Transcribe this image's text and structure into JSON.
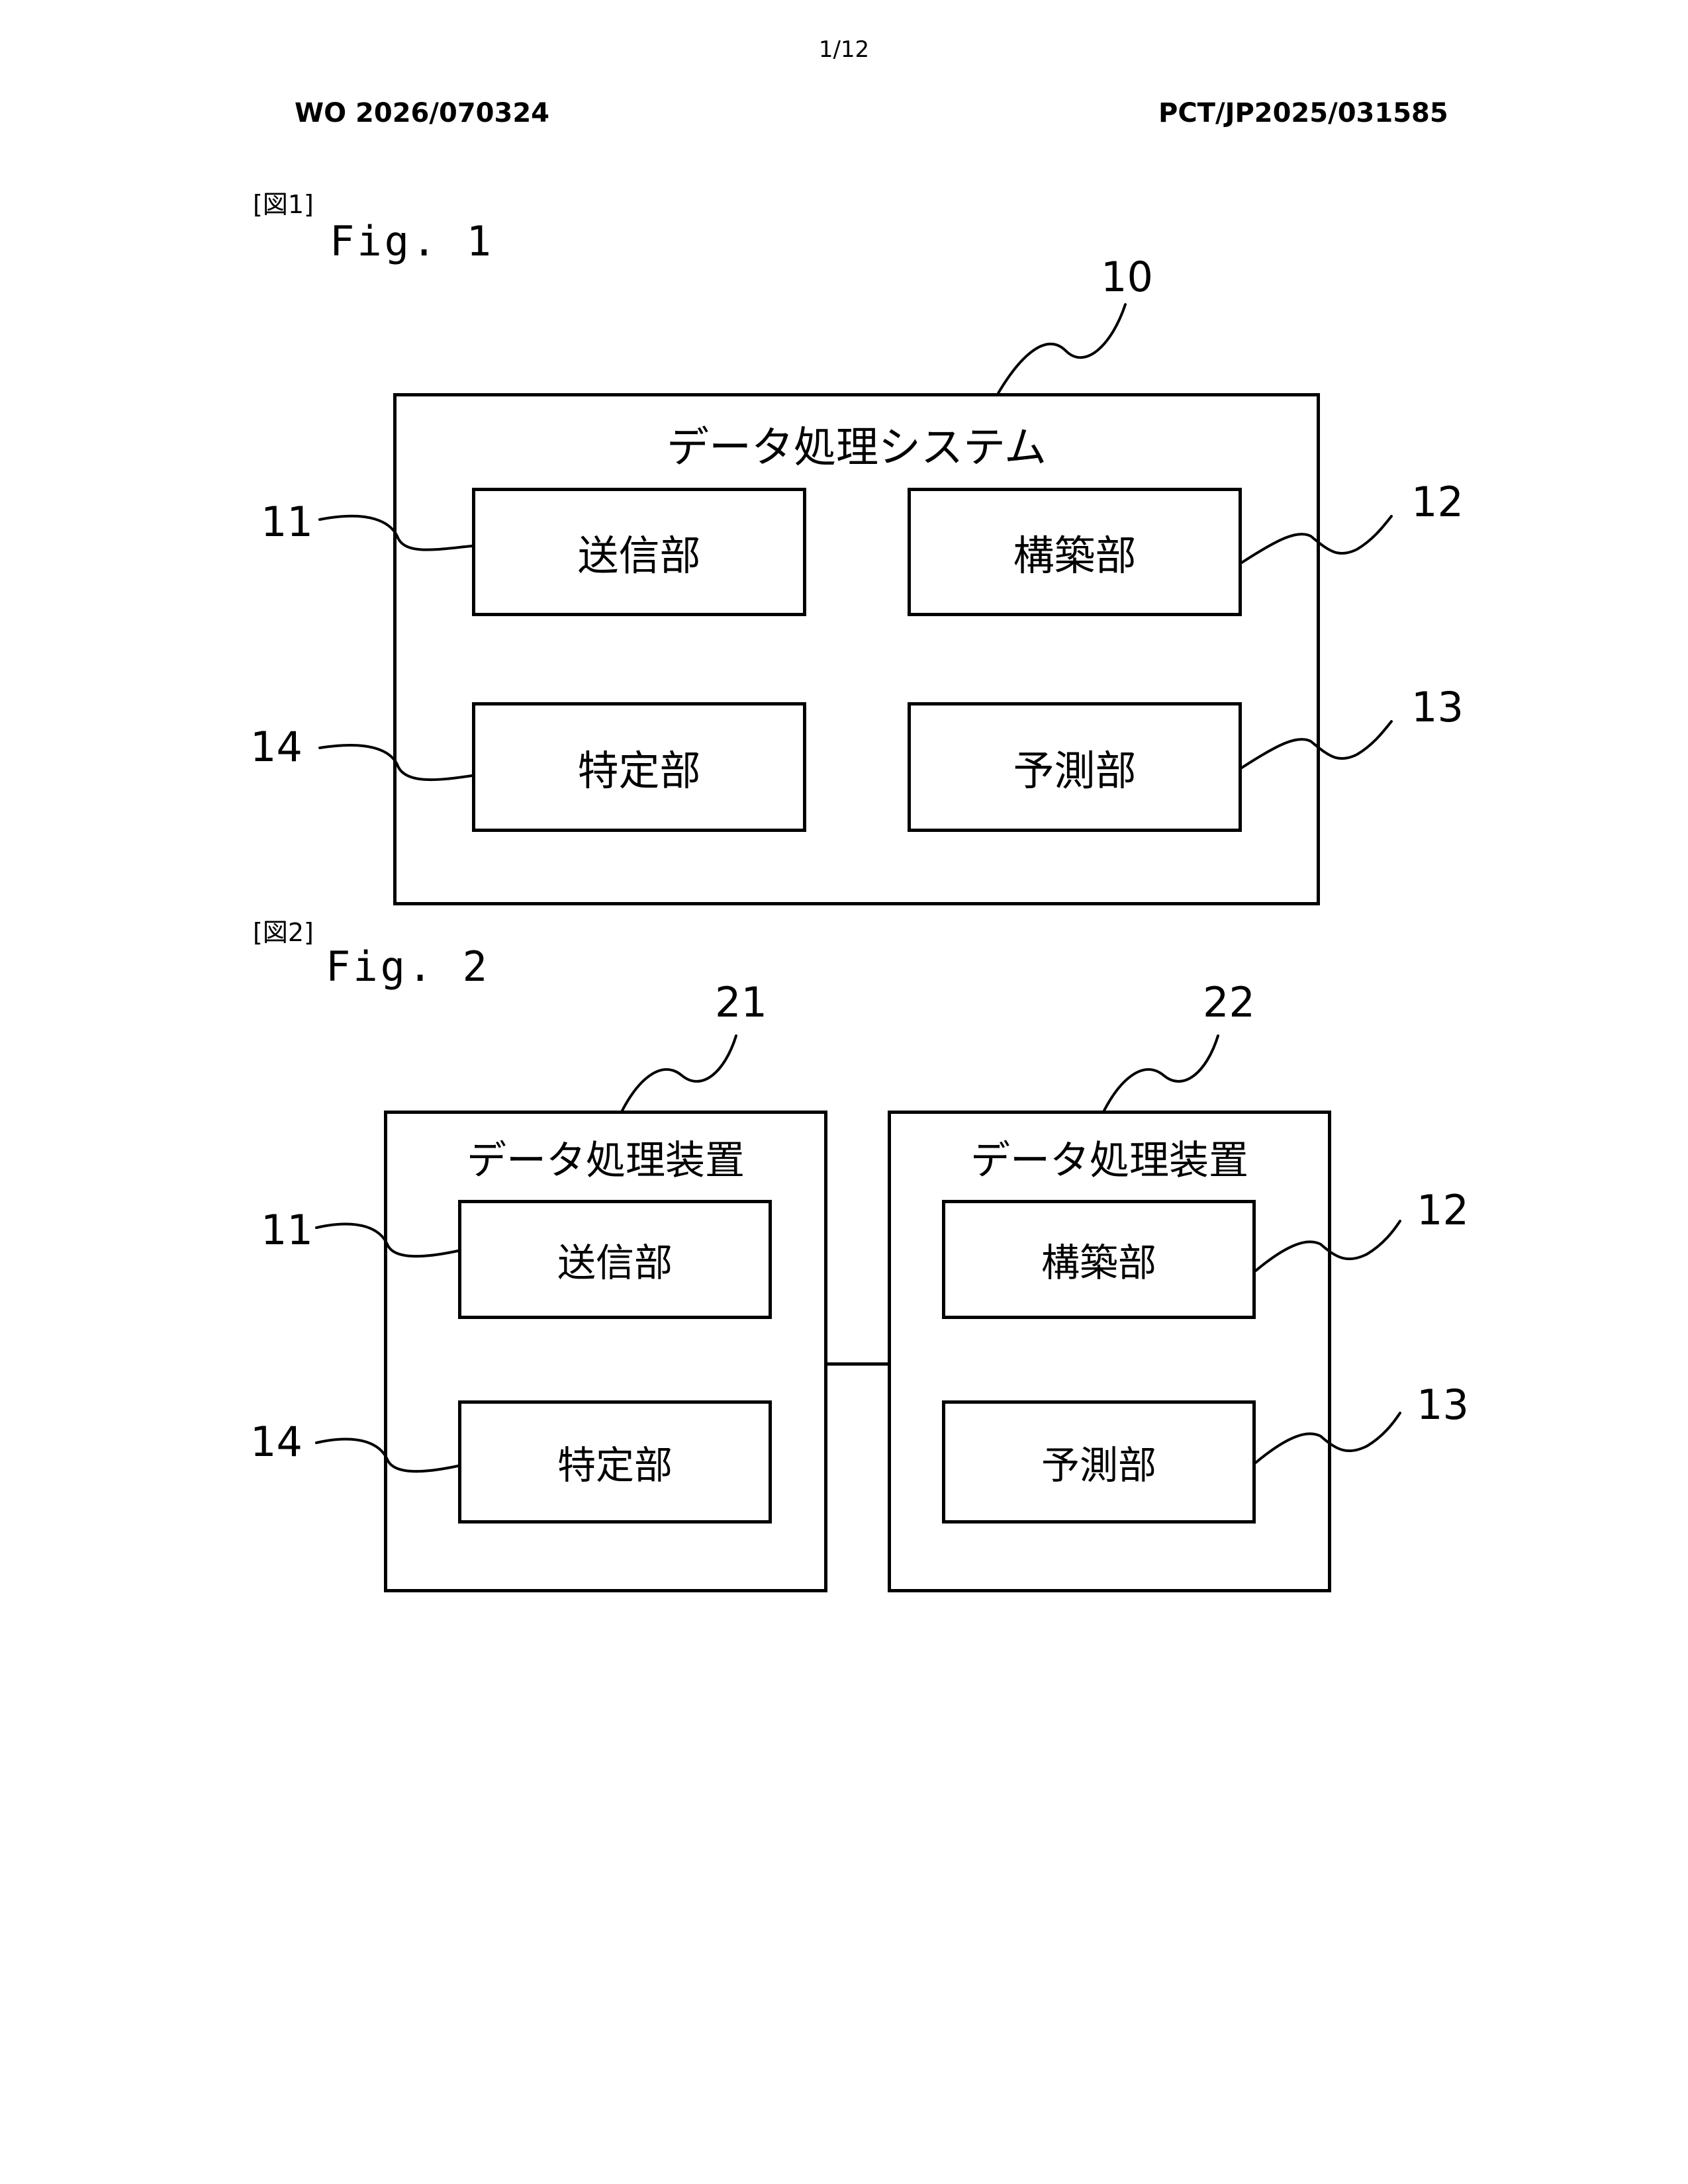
{
  "header": {
    "page_number": "1/12",
    "publication_number": "WO 2026/070324",
    "application_number": "PCT/JP2025/031585"
  },
  "figures": [
    {
      "tag": "[図1]",
      "label": "Fig. 1",
      "system": {
        "ref": "10",
        "title": "データ処理システム"
      },
      "units": [
        {
          "ref": "11",
          "label": "送信部"
        },
        {
          "ref": "12",
          "label": "構築部"
        },
        {
          "ref": "14",
          "label": "特定部"
        },
        {
          "ref": "13",
          "label": "予測部"
        }
      ]
    },
    {
      "tag": "[図2]",
      "label": "Fig. 2",
      "devices": [
        {
          "ref": "21",
          "title": "データ処理装置",
          "units": [
            {
              "ref": "11",
              "label": "送信部"
            },
            {
              "ref": "14",
              "label": "特定部"
            }
          ]
        },
        {
          "ref": "22",
          "title": "データ処理装置",
          "units": [
            {
              "ref": "12",
              "label": "構築部"
            },
            {
              "ref": "13",
              "label": "予測部"
            }
          ]
        }
      ]
    }
  ]
}
